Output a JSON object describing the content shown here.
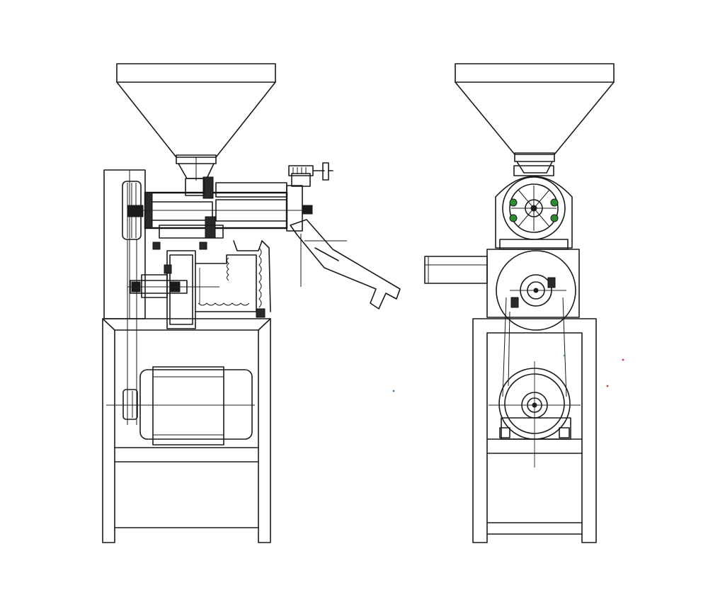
{
  "diagram": {
    "views": [
      {
        "name": "side-view",
        "parts": [
          "hopper",
          "pulley",
          "screw-housing",
          "adjuster-handwheel",
          "discharge-chute",
          "bellows-duct",
          "frame",
          "motor"
        ]
      },
      {
        "name": "front-view",
        "parts": [
          "hopper",
          "milling-chamber",
          "fan-housing",
          "outlet-pipe",
          "drive-belt",
          "frame",
          "motor"
        ]
      }
    ],
    "colors": {
      "line": "#1a1a1a",
      "accent_green": "#2e8b2e",
      "background": "#ffffff"
    }
  }
}
